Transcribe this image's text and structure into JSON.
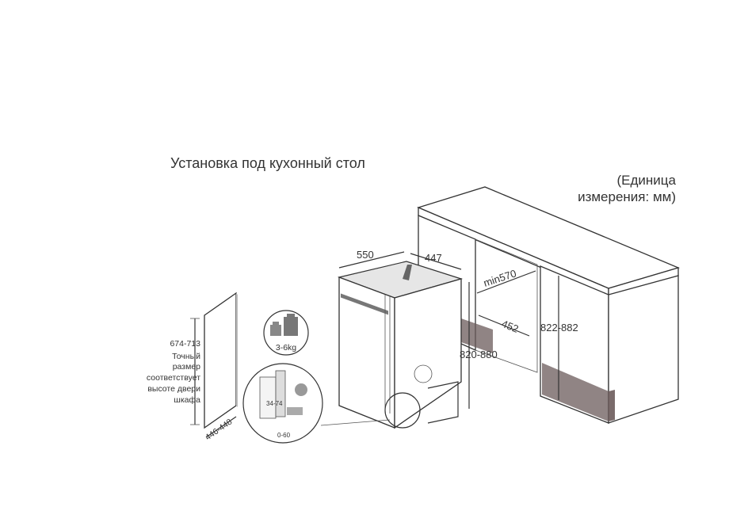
{
  "title": "Установка под кухонный стол",
  "units_line1": "(Единица",
  "units_line2": "измерения: мм)",
  "dimensions": {
    "depth": "550",
    "width": "447",
    "min_niche_width": "min570",
    "niche_depth": "452",
    "niche_height": "822-882",
    "appliance_height": "820-880",
    "door_height": "674-713",
    "door_width": "446-448",
    "hinge_range": "34-74",
    "foot_range": "0-60"
  },
  "weight": "3-6kg",
  "door_note": [
    "Точный",
    "размер",
    "соответствует",
    "высоте двери",
    "шкафа"
  ],
  "colors": {
    "lines": "#333333",
    "shade": "#e6e6e6",
    "plinth": "#6b5b5b"
  }
}
